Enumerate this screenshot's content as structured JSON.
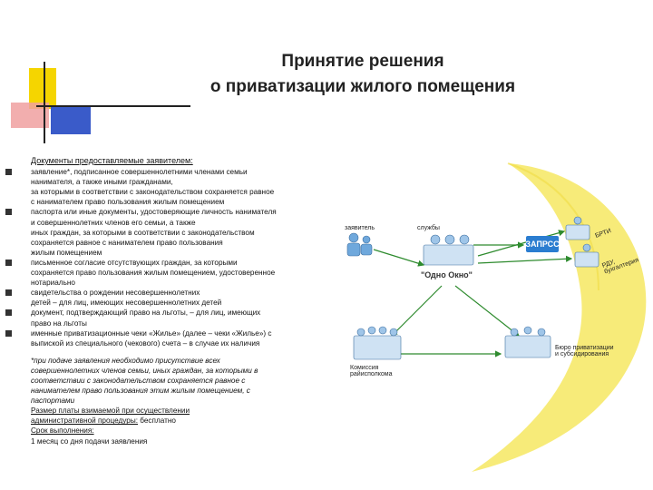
{
  "title": {
    "line1": "Принятие решения",
    "line2": "о приватизации жилого помещения"
  },
  "docs_heading": "Документы предоставляемые заявителем:",
  "documents": [
    {
      "bullet": true,
      "lines": [
        "заявление*, подписанное совершеннолетними членами семьи",
        "нанимателя, а также иными гражданами,",
        "за которыми в соответствии с законодательством сохраняется равное",
        "с нанимателем право пользования жилым помещением"
      ]
    },
    {
      "bullet": true,
      "lines": [
        "паспорта или иные документы, удостоверяющие личность нанимателя",
        "и совершеннолетних членов его семьи, а также",
        "иных граждан, за которыми в соответствии с законодательством",
        "сохраняется равное с нанимателем право пользования",
        "жилым помещением"
      ]
    },
    {
      "bullet": true,
      "lines": [
        "письменное согласие отсутствующих граждан, за которыми",
        "сохраняется право пользования жилым помещением, удостоверенное",
        "нотариально"
      ]
    },
    {
      "bullet": true,
      "lines": [
        "свидетельства о рождении несовершеннолетних",
        "детей – для лиц, имеющих несовершеннолетних детей"
      ]
    },
    {
      "bullet": true,
      "lines": [
        "документ, подтверждающий право на льготы, – для лиц, имеющих",
        "право на льготы"
      ]
    },
    {
      "bullet": true,
      "lines": [
        "именные приватизационные чеки «Жилье» (далее – чеки «Жилье») с",
        "выпиской из специального (чекового) счета – в случае их наличия"
      ]
    }
  ],
  "note_lines": [
    "*при подаче заявления необходимо присутствие всех",
    "совершеннолетних членов семьи, иных граждан, за которыми в",
    "соответствии с законодательством сохраняется равное с",
    "нанимателем право пользования этим жилым помещением, с",
    "паспортами"
  ],
  "fee_label": "Размер платы взимаемой при осуществлении",
  "fee_label2": "административной процедуры:",
  "fee_value": " бесплатно",
  "term_label": "Срок выполнения:",
  "term_value": "1 месяц со дня подачи заявления",
  "diagram": {
    "applicant": "заявитель",
    "services": "службы",
    "one_window": "\"Одно Окно\"",
    "zaprs": "ЗАПРСС",
    "brti": "БРТИ",
    "rdu": "РДУ, бухгалтерия",
    "commission": "Комиссия райисполкома",
    "bureau": "Бюро приватизации и субсидирования"
  },
  "colors": {
    "accent_yellow": "#f5d500",
    "accent_blue": "#3a5bc9",
    "accent_red": "#f0a0a0",
    "arc_yellow": "#f6e96a",
    "arrow_green": "#2e8b2e",
    "box_blue": "#2b7dd0"
  }
}
